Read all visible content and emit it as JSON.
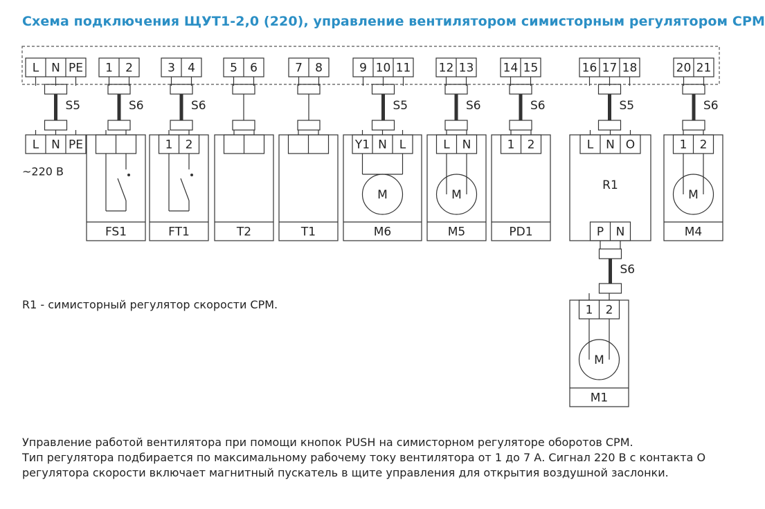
{
  "title": "Схема подключения ЩУТ1-2,0 (220), управление вентилятором симисторным регулятором СРМ",
  "terminals": [
    {
      "labels": [
        "L",
        "N",
        "PE"
      ]
    },
    {
      "labels": [
        "1",
        "2"
      ]
    },
    {
      "labels": [
        "3",
        "4"
      ]
    },
    {
      "labels": [
        "5",
        "6"
      ]
    },
    {
      "labels": [
        "7",
        "8"
      ]
    },
    {
      "labels": [
        "9",
        "10",
        "11"
      ]
    },
    {
      "labels": [
        "12",
        "13"
      ]
    },
    {
      "labels": [
        "14",
        "15"
      ]
    },
    {
      "labels": [
        "16",
        "17",
        "18"
      ]
    },
    {
      "labels": [
        "20",
        "21"
      ]
    }
  ],
  "cables": [
    "S5",
    "S6",
    "S6",
    "",
    "",
    "S5",
    "S6",
    "S6",
    "S5",
    "S6"
  ],
  "supply": {
    "labels": [
      "L",
      "N",
      "PE"
    ],
    "voltage": "~220 В"
  },
  "devices": [
    {
      "name": "FS1",
      "labels": [
        "",
        ""
      ],
      "icon": "switch-icon"
    },
    {
      "name": "FT1",
      "labels": [
        "1",
        "2"
      ],
      "icon": "switch-icon"
    },
    {
      "name": "T2",
      "labels": [
        "",
        ""
      ],
      "icon": ""
    },
    {
      "name": "T1",
      "labels": [
        "",
        ""
      ],
      "icon": ""
    },
    {
      "name": "M6",
      "labels": [
        "Y1",
        "N",
        "L"
      ],
      "icon": "motor-icon",
      "motor": "M"
    },
    {
      "name": "M5",
      "labels": [
        "L",
        "N"
      ],
      "icon": "motor-icon",
      "motor": "M"
    },
    {
      "name": "PD1",
      "labels": [
        "1",
        "2"
      ],
      "icon": ""
    },
    {
      "name": "R1",
      "labels": [
        "L",
        "N",
        "O"
      ],
      "icon": "",
      "out_labels": [
        "P",
        "N"
      ],
      "out_cable": "S6"
    },
    {
      "name": "M4",
      "labels": [
        "1",
        "2"
      ],
      "icon": "motor-icon",
      "motor": "M"
    }
  ],
  "m1": {
    "name": "M1",
    "labels": [
      "1",
      "2"
    ],
    "motor": "M"
  },
  "note": "R1 - симисторный регулятор скорости СРМ.",
  "description": [
    "Управление работой вентилятора при помощи кнопок PUSH  на симисторном регуляторе оборотов СРМ.",
    "Тип регулятора подбирается по максимальному рабочему току вентилятора от 1 до 7 А. Сигнал 220 В с контакта O",
    "регулятора скорости включает магнитный пускатель в щите управления для открытия воздушной заслонки."
  ]
}
